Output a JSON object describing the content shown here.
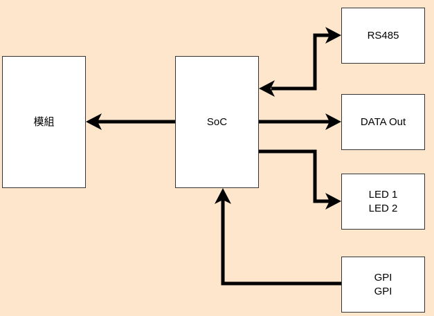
{
  "colors": {
    "background": "#fde6cc",
    "box_fill": "#ffffff",
    "box_border": "#333333",
    "connector": "#000000"
  },
  "blocks": {
    "module": "模組",
    "soc": "SoC",
    "rs485": "RS485",
    "data_out": "DATA Out",
    "led_lines": [
      "LED 1",
      "LED 2"
    ],
    "gpi_lines": [
      "GPI",
      "GPI"
    ]
  },
  "connections": [
    {
      "from": "soc",
      "to": "module",
      "direction": "one-way"
    },
    {
      "from": "soc",
      "to": "rs485",
      "direction": "two-way"
    },
    {
      "from": "soc",
      "to": "data_out",
      "direction": "one-way"
    },
    {
      "from": "soc",
      "to": "led",
      "direction": "one-way"
    },
    {
      "from": "gpi",
      "to": "soc",
      "direction": "one-way"
    }
  ]
}
